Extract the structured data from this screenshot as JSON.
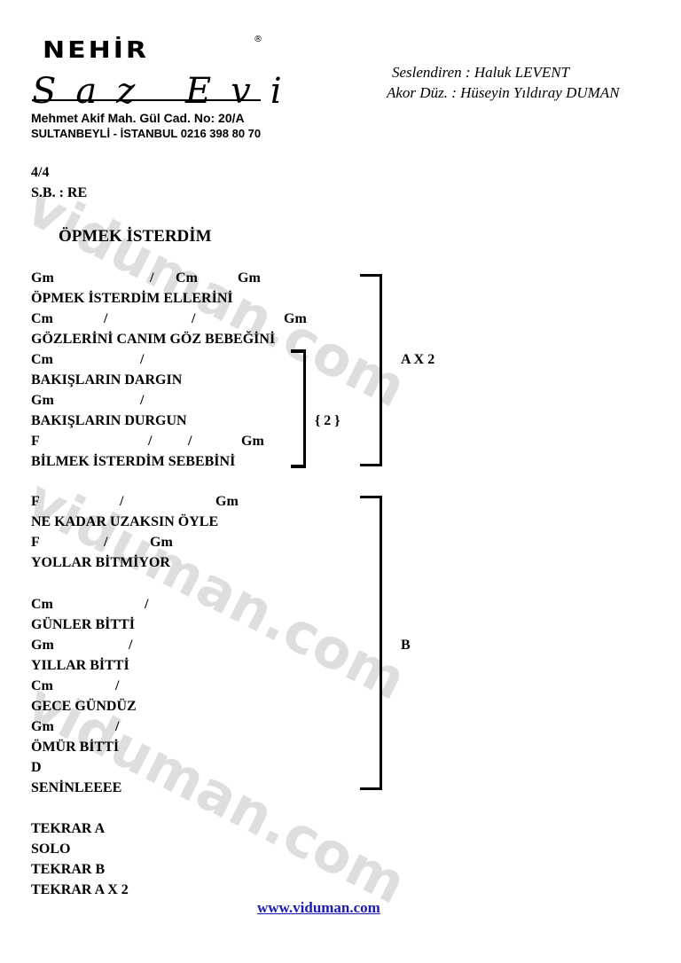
{
  "header": {
    "logo_brand": "NEHİR",
    "logo_reg": "®",
    "logo_sub": "Saz Evi",
    "address_line1": "Mehmet Akif Mah. Gül Cad. No: 20/A",
    "address_line2": "SULTANBEYLİ - İSTANBUL 0216 398 80 70",
    "performer": "Seslendiren : Haluk LEVENT",
    "arranger": "Akor Düz.   : Hüseyin Yıldıray DUMAN"
  },
  "meta": {
    "time": "4/4",
    "tuning": "S.B. : RE"
  },
  "song_title": "ÖPMEK İSTERDİM",
  "section_a": {
    "lines": [
      {
        "chords": [
          "Gm",
          "/",
          "Cm",
          "Gm"
        ],
        "lyric": "ÖPMEK İSTERDİM ELLERİNİ"
      },
      {
        "chords": [
          "Cm",
          "/",
          "/",
          "Gm"
        ],
        "lyric": "GÖZLERİNİ CANIM GÖZ BEBEĞİNİ"
      },
      {
        "chords": [
          "Cm",
          "/"
        ],
        "lyric": "BAKIŞLARIN DARGIN"
      },
      {
        "chords": [
          "Gm",
          "/"
        ],
        "lyric": "BAKIŞLARIN DURGUN"
      },
      {
        "chords": [
          "F",
          "/",
          "/",
          "Gm"
        ],
        "lyric": "BİLMEK İSTERDİM SEBEBİNİ"
      }
    ],
    "repeat_inner": "{ 2 }",
    "label": "A X 2"
  },
  "section_b": {
    "lines": [
      {
        "chords": [
          "F",
          "/",
          "Gm"
        ],
        "lyric": "NE KADAR UZAKSIN ÖYLE"
      },
      {
        "chords": [
          "F",
          "/",
          "Gm"
        ],
        "lyric": "YOLLAR BİTMİYOR"
      },
      {
        "chords": [
          "Cm",
          "/"
        ],
        "lyric": "GÜNLER BİTTİ"
      },
      {
        "chords": [
          "Gm",
          "/"
        ],
        "lyric": "YILLAR BİTTİ"
      },
      {
        "chords": [
          "Cm",
          "/"
        ],
        "lyric": "GECE GÜNDÜZ"
      },
      {
        "chords": [
          "Gm",
          "/"
        ],
        "lyric": "ÖMÜR BİTTİ"
      },
      {
        "chords": [
          "D"
        ],
        "lyric": "SENİNLEEEE"
      }
    ],
    "label": "B"
  },
  "outro": [
    "TEKRAR A",
    "SOLO",
    "TEKRAR B",
    "TEKRAR A X 2"
  ],
  "watermark": "viduman.com",
  "footer_link": "www.viduman.com"
}
